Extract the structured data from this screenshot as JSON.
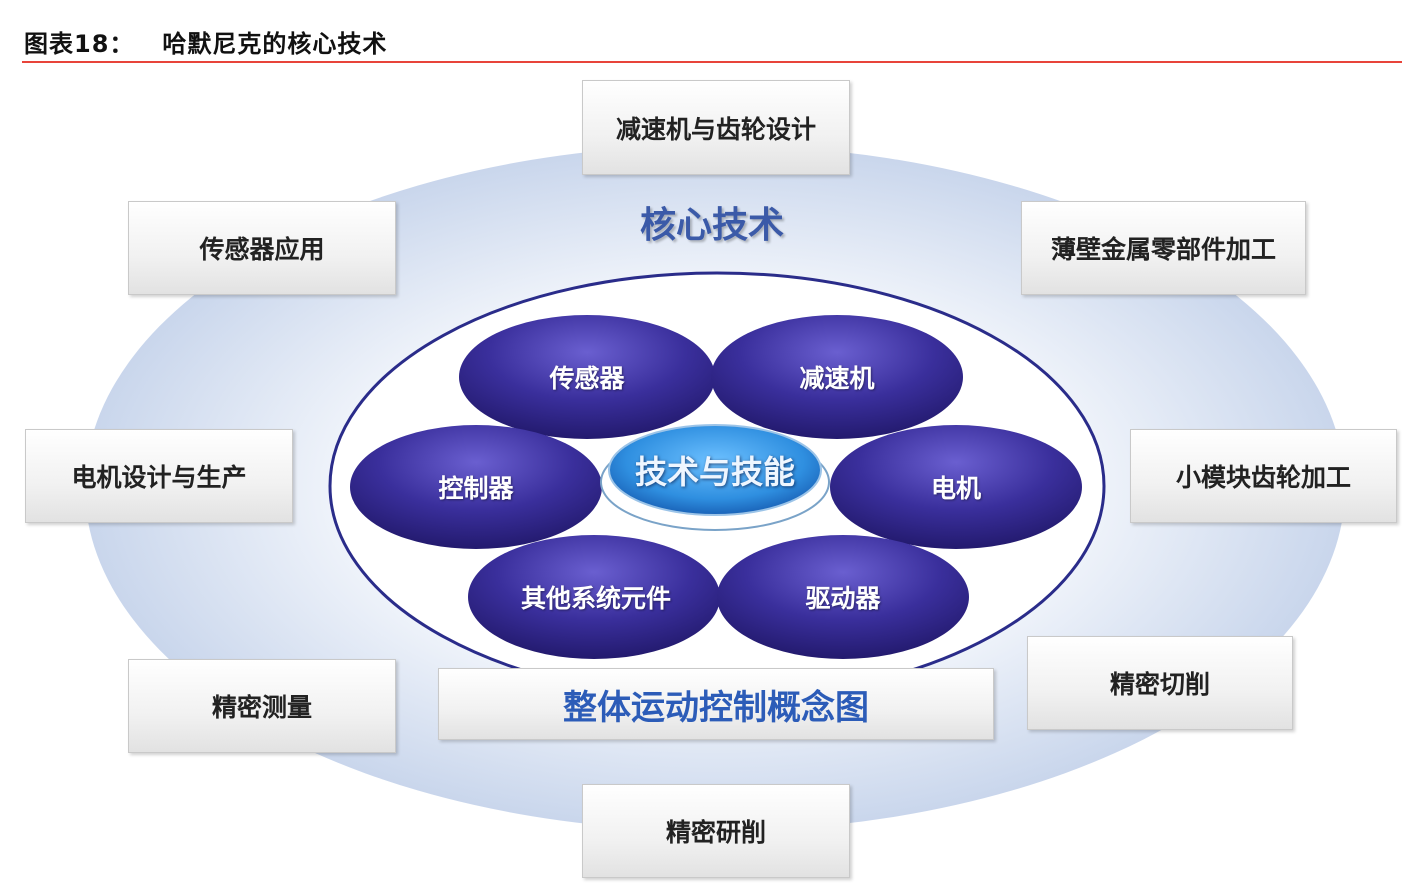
{
  "header": {
    "figure_label": "图表18：",
    "title": "哈默尼克的核心技术"
  },
  "diagram": {
    "core_label": "核心技术",
    "center_label": "技术与技能",
    "inner_ovals": [
      "传感器",
      "减速机",
      "控制器",
      "电机",
      "其他系统元件",
      "驱动器"
    ],
    "outer_boxes": [
      "减速机与齿轮设计",
      "传感器应用",
      "薄壁金属零部件加工",
      "电机设计与生产",
      "小模块齿轮加工",
      "精密测量",
      "精密切削",
      "精密研削"
    ],
    "concept_label": "整体运动控制概念图"
  },
  "colors": {
    "rule": "#e8443a",
    "oval": "#3a2f9c",
    "center": "#2f8fe0",
    "concept_text": "#2c5cb8"
  }
}
